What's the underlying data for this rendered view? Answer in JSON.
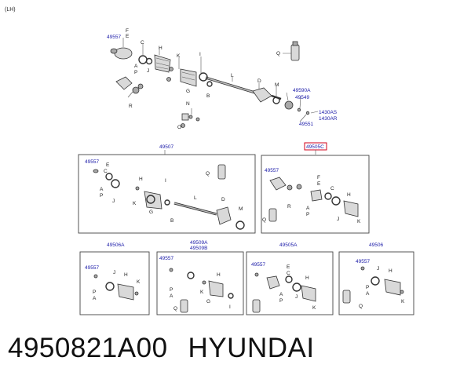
{
  "side_label": "(LH)",
  "footer": {
    "part_number": "4950821A00",
    "brand": "HYUNDAI"
  },
  "colors": {
    "label": "#1a1aa8",
    "highlight": "#d0021b"
  },
  "main_assembly": {
    "part_numbers": [
      "49557",
      "49590A",
      "49549",
      "1430AS",
      "1430AR",
      "49551"
    ],
    "letters": [
      "F",
      "E",
      "C",
      "A",
      "P",
      "J",
      "R",
      "H",
      "K",
      "G",
      "I",
      "B",
      "L",
      "D",
      "M",
      "N",
      "O",
      "Q"
    ]
  },
  "groups": [
    {
      "title": "49507",
      "parts": [
        "49557"
      ],
      "letters": [
        "E",
        "C",
        "A",
        "P",
        "J",
        "K",
        "H",
        "G",
        "I",
        "L",
        "B",
        "M",
        "D",
        "Q"
      ],
      "highlighted": false
    },
    {
      "title": "49505C",
      "parts": [
        "49557"
      ],
      "letters": [
        "F",
        "E",
        "C",
        "A",
        "P",
        "R",
        "J",
        "H",
        "K",
        "Q"
      ],
      "highlighted": true
    },
    {
      "title": "49506A",
      "parts": [
        "49557"
      ],
      "letters": [
        "J",
        "H",
        "K",
        "P",
        "A"
      ],
      "highlighted": false
    },
    {
      "title": "49509A",
      "subtitle": "49509B",
      "parts": [
        "49557"
      ],
      "letters": [
        "H",
        "I",
        "K",
        "G",
        "P",
        "A",
        "Q"
      ],
      "highlighted": false
    },
    {
      "title": "49505A",
      "parts": [
        "49557"
      ],
      "letters": [
        "E",
        "C",
        "J",
        "H",
        "A",
        "P",
        "K"
      ],
      "highlighted": false
    },
    {
      "title": "49506",
      "parts": [
        "49557"
      ],
      "letters": [
        "J",
        "H",
        "K",
        "P",
        "A",
        "Q"
      ],
      "highlighted": false
    }
  ]
}
